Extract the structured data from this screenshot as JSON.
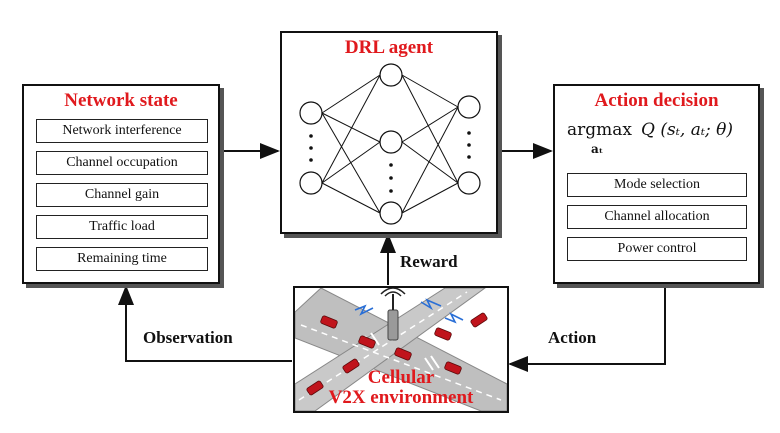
{
  "network_state": {
    "title": "Network state",
    "items": [
      "Network interference",
      "Channel occupation",
      "Channel gain",
      "Traffic load",
      "Remaining time"
    ]
  },
  "drl_agent": {
    "title": "DRL agent"
  },
  "action_decision": {
    "title": "Action decision",
    "formula_op": "argmax",
    "formula_expr": "Q (sₜ, aₜ; θ)",
    "formula_sub": "aₜ",
    "items": [
      "Mode selection",
      "Channel allocation",
      "Power control"
    ]
  },
  "environment": {
    "title_line1": "Cellular",
    "title_line2": "V2X environment"
  },
  "arrows": {
    "reward": "Reward",
    "observation": "Observation",
    "action": "Action"
  },
  "colors": {
    "title_red": "#e0191d",
    "road": "#bfbfbf",
    "car": "#c0141c"
  }
}
